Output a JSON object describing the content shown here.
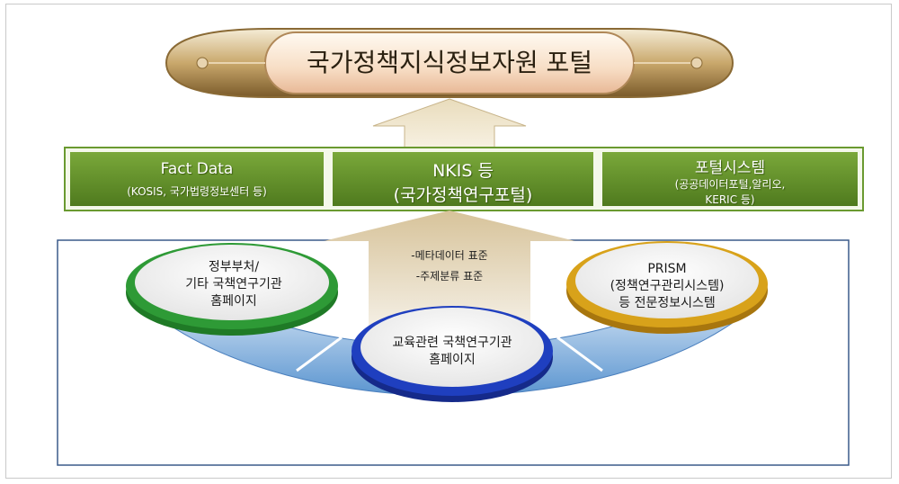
{
  "portal": {
    "title": "국가정책지식정보자원 포털"
  },
  "boxes": [
    {
      "title": "Fact Data",
      "sub": "(KOSIS, 국가법령정보센터  등)"
    },
    {
      "title": "NKIS 등",
      "sub": "(국가정책연구포털)"
    },
    {
      "title": "포털시스템",
      "sub1": "(공공데이터포털,알리오,",
      "sub2": "KERIC 등)"
    }
  ],
  "standards": [
    "-메타데이터 표준",
    "-주제분류 표준"
  ],
  "sources": {
    "left": [
      "정부부처/",
      "기타 국책연구기관",
      "홈페이지"
    ],
    "center": [
      "교육관련 국책연구기관",
      "홈페이지"
    ],
    "right": [
      "PRISM",
      "(정책연구관리시스템)",
      "등 전문정보시스템"
    ]
  },
  "colors": {
    "green_box": "#5e8a26",
    "green_oval": "#2e9a36",
    "blue_oval": "#1f3fbf",
    "gold_oval": "#d8a21a",
    "arc_blue": "#6aa2d8",
    "portal_bronze": "#a88a55"
  }
}
